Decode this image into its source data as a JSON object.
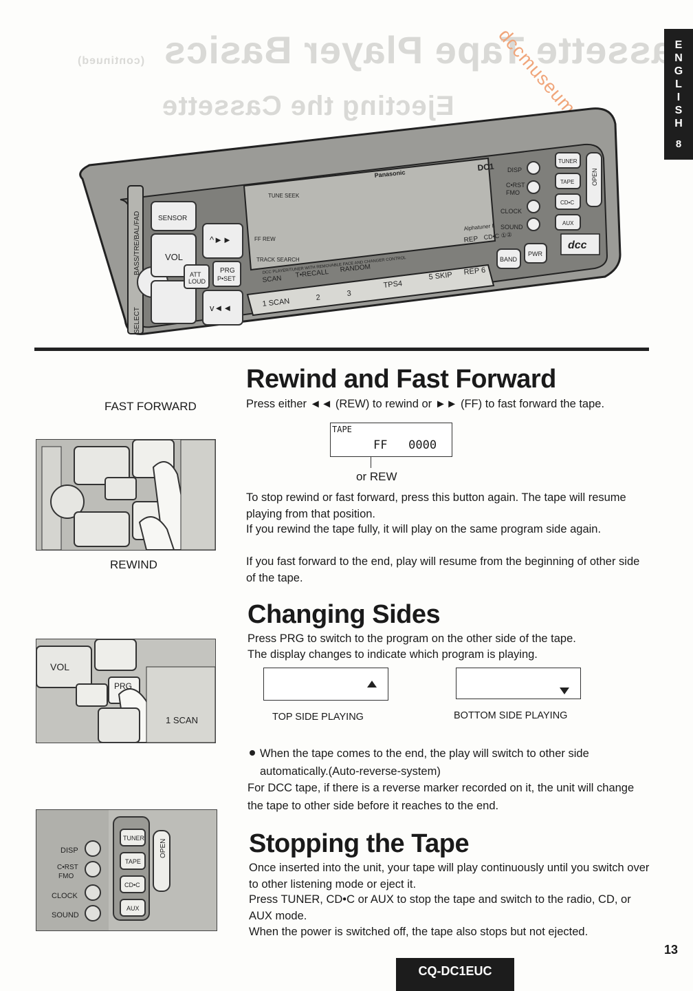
{
  "header": {
    "ghost_title": "Cassette Tape Player Basics",
    "ghost_continued": "(continued)",
    "ghost_subtitle": "Ejecting the Cassette",
    "watermark": "dccmuseum.com",
    "language_tab": "ENGLISH",
    "language_tab_letters": [
      "E",
      "N",
      "G",
      "L",
      "I",
      "S",
      "H"
    ],
    "language_tab_num": "8"
  },
  "device": {
    "model_logo": "DC1",
    "brand": "Panasonic",
    "buttons": {
      "sensor": "SENSOR",
      "vol": "VOL",
      "att": "ATT",
      "loud": "LOUD",
      "prg": "PRG",
      "pset": "P•SET",
      "disp": "DISP",
      "crst": "C•RST",
      "fmo": "FMO",
      "clock": "CLOCK",
      "sound": "SOUND",
      "tuner": "TUNER",
      "tape": "TAPE",
      "cdc": "CD•C",
      "aux": "AUX",
      "band": "BAND",
      "pwr": "PWR",
      "open": "OPEN",
      "select": "SELECT",
      "bass": "BASS/TRE/BAL/FAD",
      "scan1": "1 SCAN",
      "two": "2",
      "three": "3",
      "tps4": "TPS4",
      "five": "5 SKIP",
      "rep6": "REP 6",
      "scan": "SCAN",
      "trecall": "T•RECALL",
      "random": "RANDOM",
      "rep": "REP",
      "cdc_12": "CD•C ①②",
      "tuneseek": "TUNE SEEK",
      "ffrew": "FF REW",
      "track": "TRACK SEARCH",
      "alphatuner": "Alphatuner II",
      "strip_text": "DCC PLAYER/TUNER WITH REMOVABLE FACE AND CHANGER CONTROL",
      "logo_dcc": "dcc"
    }
  },
  "rewind": {
    "title": "Rewind and Fast Forward",
    "para1": "Press either ◄◄ (REW) to rewind or ►► (FF) to fast forward the tape.",
    "display_top": "TAPE",
    "display_main": "FF   0000",
    "display_tag": "or REW",
    "para2": "To stop rewind or fast forward, press this button again. The tape will resume playing from that position.",
    "para3": "If you rewind the tape fully, it will play on the same program side again.",
    "para4": "If you fast forward to the end, play will resume from the beginning of other side of the tape.",
    "label_ff": "FAST FORWARD",
    "label_rew": "REWIND"
  },
  "sides": {
    "title": "Changing Sides",
    "para1": "Press PRG to switch to the program on the other side of the tape.",
    "para2": "The display changes to indicate which program is playing.",
    "top_label": "TOP SIDE PLAYING",
    "bottom_label": "BOTTOM SIDE PLAYING",
    "bullet": "When the tape comes to the end, the play will switch to other side automatically.(Auto-reverse-system)",
    "para3": "For DCC tape, if there is a reverse marker recorded on it, the unit will change the tape to other side before it reaches to the end."
  },
  "stopping": {
    "title": "Stopping the Tape",
    "para1": "Once inserted into the unit, your tape will play continuously until you switch over to other listening mode or eject it.",
    "para2": "Press TUNER, CD•C or AUX to stop the tape and switch to the radio, CD, or AUX mode.",
    "para3": "When the power is switched off, the tape also stops but not ejected."
  },
  "footer": {
    "page_number": "13",
    "model": "CQ-DC1EUC"
  }
}
